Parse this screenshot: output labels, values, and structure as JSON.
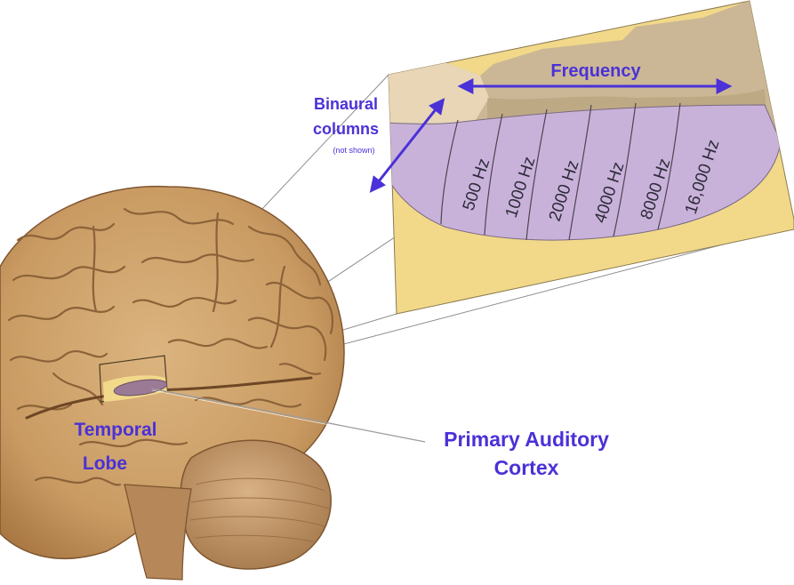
{
  "labels": {
    "frequency": "Frequency",
    "binaural_line1": "Binaural",
    "binaural_line2": "columns",
    "binaural_note": "(not shown)",
    "temporal_line1": "Temporal",
    "temporal_line2": "Lobe",
    "primary_line1": "Primary Auditory",
    "primary_line2": "Cortex"
  },
  "frequency_bands": [
    "500 Hz",
    "1000 Hz",
    "2000 Hz",
    "4000 Hz",
    "8000 Hz",
    "16,000 Hz"
  ],
  "colors": {
    "label_blue": "#4a31d8",
    "cortex_purple": "#c9b2da",
    "panel_yellow": "#f2d98a",
    "panel_tan": "#cbb795",
    "brain_tan": "#c9a06b",
    "brain_dark": "#8c6238"
  }
}
